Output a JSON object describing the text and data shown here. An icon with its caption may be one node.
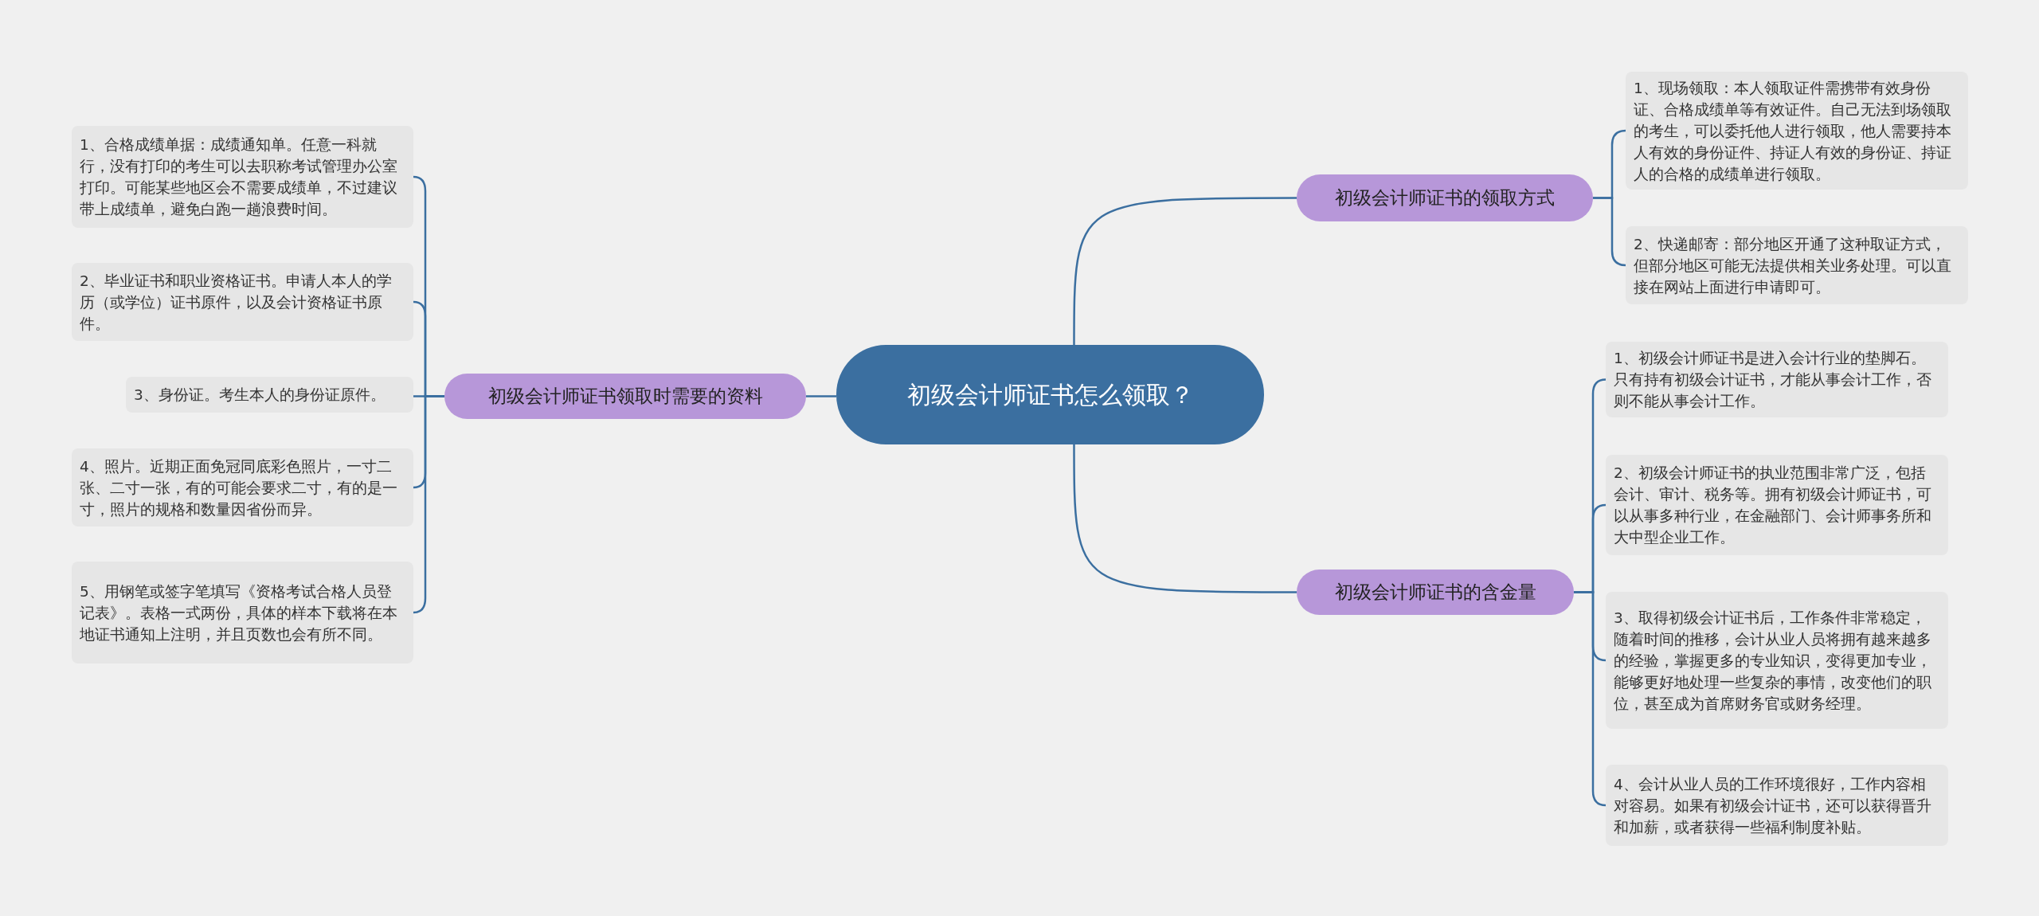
{
  "diagram": {
    "nodes": [
      {
        "text": [
          "初级会计师证书怎么领取？"
        ]
      },
      {
        "text": [
          "初级会计师证书领取时需要的资料"
        ]
      },
      {
        "text": [
          "1、合格成绩单据：成绩通知单。任意一科就行，没有打印的考生可以去职称考试管理办公室打印。可能某些地区会不需要成绩单，不过建议带上成绩单，避免白跑一趟浪费时间。"
        ]
      },
      {
        "text": [
          "2、毕业证书和职业资格证书。申请人本人的学历（或学位）证书原件，以及会计资格证书原件。"
        ]
      },
      {
        "text": [
          "3、身份证。考生本人的身份证原件。"
        ]
      },
      {
        "text": [
          "4、照片。近期正面免冠同底彩色照片，一寸二张、二寸一张，有的可能会要求二寸，有的是一寸，照片的规格和数量因省份而异。"
        ]
      },
      {
        "text": [
          "5、用钢笔或签字笔填写《资格考试合格人员登记表》。表格一式两份，具体的样本下载将在本地证书通知上注明，并且页数也会有所不同。"
        ]
      },
      {
        "text": [
          "初级会计师证书的领取方式"
        ]
      },
      {
        "text": [
          "1、现场领取：本人领取证件需携带有效身份证、合格成绩单等有效证件。自己无法到场领取的考生，可以委托他人进行领取，他人需要持本人有效的身份证件、持证人有效的身份证、持证人的合格的成绩单进行领取。"
        ]
      },
      {
        "text": [
          "2、快递邮寄：部分地区开通了这种取证方式，但部分地区可能无法提供相关业务处理。可以直接在网站上面进行申请即可。"
        ]
      },
      {
        "text": [
          "初级会计师证书的含金量"
        ]
      },
      {
        "text": [
          "1、初级会计师证书是进入会计行业的垫脚石。只有持有初级会计证书，才能从事会计工作，否则不能从事会计工作。"
        ]
      },
      {
        "text": [
          "2、初级会计师证书的执业范围非常广泛，包括会计、审计、税务等。拥有初级会计师证书，可以从事多种行业，在金融部门、会计师事务所和大中型企业工作。"
        ]
      },
      {
        "text": [
          "3、取得初级会计证书后，工作条件非常稳定，随着时间的推移，会计从业人员将拥有越来越多的经验，掌握更多的专业知识，变得更加专业，能够更好地处理一些复杂的事情，改变他们的职位，甚至成为首席财务官或财务经理。"
        ]
      },
      {
        "text": [
          "4、会计从业人员的工作环境很好，工作内容相对容易。如果有初级会计证书，还可以获得晋升和加薪，或者获得一些福利制度补贴。"
        ]
      }
    ],
    "edges": [
      {
        "from": 0,
        "to": 1,
        "arrow": "none"
      },
      {
        "from": 1,
        "to": 2,
        "arrow": "none"
      },
      {
        "from": 1,
        "to": 3,
        "arrow": "none"
      },
      {
        "from": 1,
        "to": 4,
        "arrow": "none"
      },
      {
        "from": 1,
        "to": 5,
        "arrow": "none"
      },
      {
        "from": 1,
        "to": 6,
        "arrow": "none"
      },
      {
        "from": 0,
        "to": 7,
        "arrow": "none"
      },
      {
        "from": 7,
        "to": 8,
        "arrow": "none"
      },
      {
        "from": 7,
        "to": 9,
        "arrow": "none"
      },
      {
        "from": 0,
        "to": 10,
        "arrow": "none"
      },
      {
        "from": 10,
        "to": 11,
        "arrow": "none"
      },
      {
        "from": 10,
        "to": 12,
        "arrow": "none"
      },
      {
        "from": 10,
        "to": 13,
        "arrow": "none"
      },
      {
        "from": 10,
        "to": 14,
        "arrow": "none"
      }
    ]
  }
}
